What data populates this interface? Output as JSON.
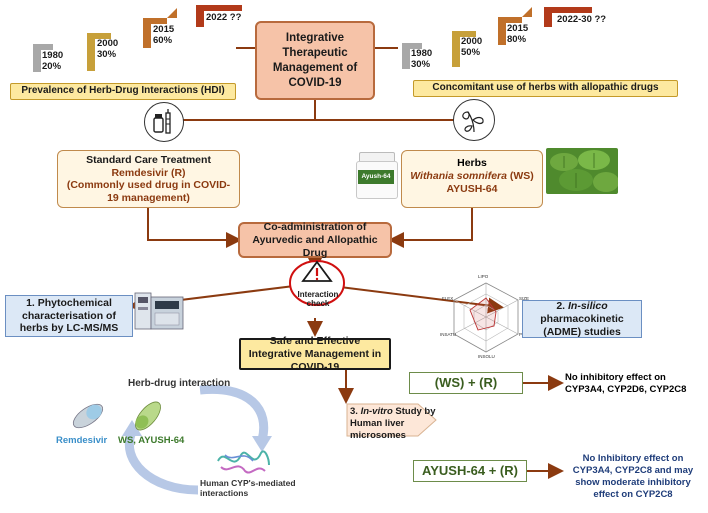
{
  "center": {
    "title": "Integrative Therapeutic Management of COVID-19"
  },
  "hdi": {
    "label": "Prevalence of Herb-Drug Interactions (HDI)",
    "steps": [
      {
        "year": "1980",
        "pct": "20%"
      },
      {
        "year": "2000",
        "pct": "30%"
      },
      {
        "year": "2015",
        "pct": "60%"
      },
      {
        "year": "2022 ??",
        "pct": ""
      }
    ]
  },
  "concomitant": {
    "label": "Concomitant use of herbs with allopathic drugs",
    "steps": [
      {
        "year": "1980",
        "pct": "30%"
      },
      {
        "year": "2000",
        "pct": "50%"
      },
      {
        "year": "2015",
        "pct": "80%"
      },
      {
        "year": "2022-30 ??",
        "pct": ""
      }
    ]
  },
  "standard": {
    "title": "Standard Care Treatment",
    "drug": "Remdesivir (R)",
    "note": "(Commonly used drug in COVID-19 management)"
  },
  "herbs": {
    "title": "Herbs",
    "species": "Withania somnifera",
    "abbr": " (WS)",
    "product": "AYUSH-64",
    "bottle_label": "Ayush-64"
  },
  "coadmin": {
    "label": "Co-administration of Ayurvedic and Allopathic Drug"
  },
  "interaction": {
    "label": "Interaction check"
  },
  "phyto": {
    "label": "1. Phytochemical characterisation of herbs by LC-MS/MS"
  },
  "insilico": {
    "prefix": "2. ",
    "italic": "In-silico",
    "rest": " pharmacokinetic (ADME) studies"
  },
  "radar_axes": [
    "LIPO",
    "SIZE",
    "POLAR",
    "INSOLU",
    "INSATU",
    "FLEX"
  ],
  "safe": {
    "label": "Safe and Effective Integrative Management in COVID-19"
  },
  "invitro": {
    "prefix": "3. ",
    "italic": "In-vitro",
    "rest": " Study by Human liver microsomes"
  },
  "hdi_diagram": {
    "title": "Herb-drug interaction",
    "left": "Remdesivir",
    "right": "WS, AYUSH-64",
    "bottom": "Human CYP's-mediated interactions"
  },
  "result1": {
    "combo": "(WS) + (R)",
    "text": "No inhibitory effect on CYP3A4, CYP2D6, CYP2C8"
  },
  "result2": {
    "combo": "AYUSH-64 + (R)",
    "text": "No Inhibitory effect on CYP3A4, CYP2C8 and may show moderate inhibitory effect on CYP2C8"
  },
  "colors": {
    "brown": "#8b3a10",
    "salmon": "#f6c3a8",
    "yellow": "#fde9a0",
    "blue": "#1f3d7a",
    "green": "#3a5d1f"
  }
}
